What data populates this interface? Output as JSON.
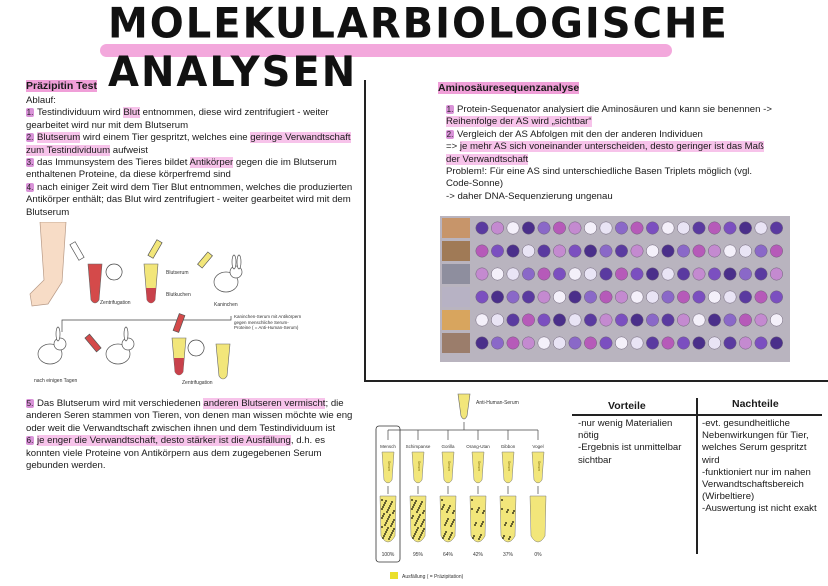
{
  "title": "MOLEKULARBIOLOGISCHE ANALYSEN",
  "colors": {
    "highlight": "#f7c3ea",
    "highlight_strong": "#f09fd8",
    "number_badge": "#d993d8",
    "gel_yellow": "#eadf2b"
  },
  "praezipitin": {
    "heading": "Präzipitin Test",
    "intro": "Ablauf:",
    "steps": [
      {
        "n": "1.",
        "parts": [
          "Testindividuum wird ",
          "Blut",
          " entnommen, diese wird zentrifugiert - weiter gearbeitet wird nur mit dem Blutserum"
        ]
      },
      {
        "n": "2.",
        "parts": [
          "Blutserum",
          " wird einem Tier gespritzt, welches eine ",
          "geringe Verwandtschaft zum Testindividuum",
          " aufweist"
        ]
      },
      {
        "n": "3.",
        "parts": [
          "das Immunsystem des Tieres bildet ",
          "Antikörper",
          " gegen die im Blutserum enthaltenen Proteine, da diese körperfremd sind"
        ]
      },
      {
        "n": "4.",
        "parts": [
          "nach einiger Zeit wird dem Tier Blut entnommen, welches die produzierten Antikörper enthält; das Blut wird zentrifugiert - weiter gearbeitet wird mit dem Blutserum"
        ]
      }
    ],
    "steps_lower": [
      {
        "n": "5.",
        "parts": [
          "Das Blutserum wird mit verschiedenen ",
          "anderen Blutseren vermischt",
          "; die anderen Seren stammen von Tieren, von denen man wissen möchte wie eng oder weit  die Verwandtschaft zwischen ihnen und dem Testindividuum ist"
        ]
      },
      {
        "n": "6.",
        "parts": [
          "je enger die Verwandtschaft, desto stärker ist die Ausfällung",
          ", d.h. es konnten viele Proteine von Antikörpern aus dem zugegebenen Serum gebunden werden."
        ]
      }
    ],
    "diagram_labels": {
      "zentrifugation": "Zentrifugation",
      "blutserum": "Blutserum",
      "blutkuchen": "Blutkuchen",
      "kaninchen": "Kaninchen",
      "nach_tagen": "nach einigen Tagen",
      "zentrifugation2": "Zentrifugation",
      "kaninchen_serum": "Kaninchen-Serum mit Antikörpern gegen menschliche Serum-Proteine ( = Anti-Human-Serum)"
    }
  },
  "gel": {
    "top_label": "Anti-Human-Serum",
    "species": [
      "Mensch",
      "Schimpanse",
      "Gorilla",
      "Orang-Utan",
      "Gibbon",
      "Vogel"
    ],
    "serum_label": "Serum",
    "percents": [
      "100%",
      "95%",
      "64%",
      "42%",
      "37%",
      "0%"
    ],
    "precipitation": [
      1.0,
      0.95,
      0.64,
      0.42,
      0.37,
      0.0
    ],
    "legend": "Ausfällung ( = Präzipitation)"
  },
  "aminosaeure": {
    "heading": "Aminosäuresequenzanalyse",
    "steps": [
      {
        "n": "1.",
        "parts": [
          "Protein-Sequenator analysiert die Aminosäuren und kann sie benennen -> ",
          "Reihenfolge der AS wird „sichtbar“"
        ]
      },
      {
        "n": "2.",
        "parts": [
          "Vergleich der AS Abfolgen mit den der anderen Individuen"
        ]
      }
    ],
    "arrow_line": "=> ",
    "arrow_hl": "je mehr AS sich voneinander unterscheiden, desto geringer ist das Maß der Verwandtschaft",
    "problem": "Problem!: Für eine AS sind unterschiedliche Basen Triplets möglich (vgl. Code-Sonne)",
    "conclusion": "-> daher DNA-Sequenzierung ungenau",
    "bead_rows": 6,
    "beads_per_row": 20
  },
  "table": {
    "vorteile_head": "Vorteile",
    "nachteile_head": "Nachteile",
    "vorteile": [
      "-nur wenig Materialien nötig",
      "-Ergebnis ist unmittelbar sichtbar"
    ],
    "nachteile": [
      "-evt. gesundheitliche Nebenwirkungen für Tier, welches Serum gespritzt wird",
      "-funktioniert nur im nahen Verwandtschaftsbereich (Wirbeltiere)",
      "-Auswertung ist nicht exakt"
    ]
  }
}
